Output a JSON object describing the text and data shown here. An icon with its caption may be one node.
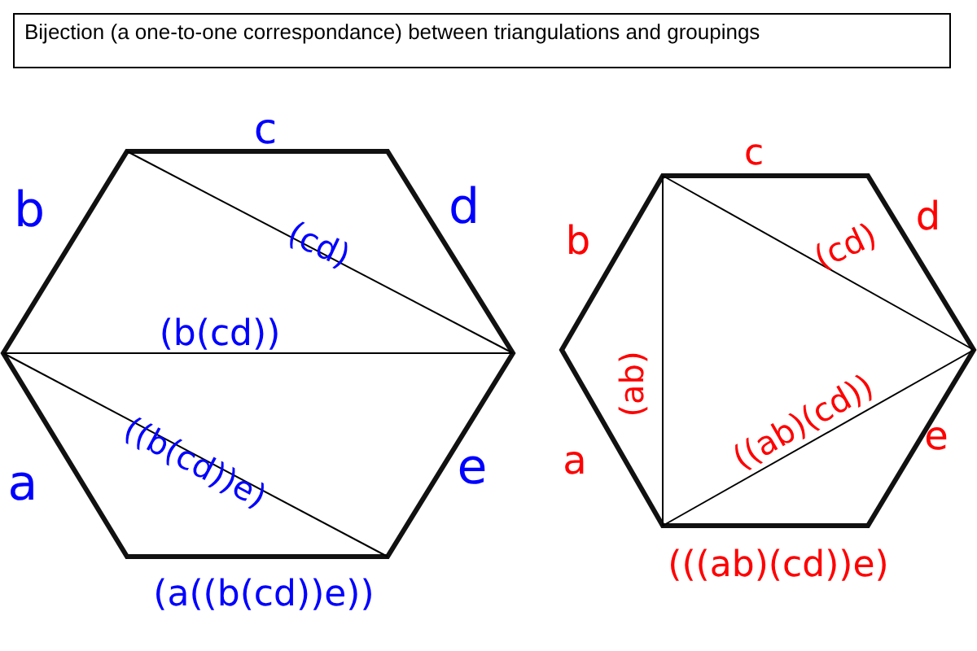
{
  "diagram": {
    "title": "Bijection (a one-to-one correspondance) between triangulations and groupings",
    "nodes": [
      {
        "text": [
          "(cd)",
          "(b(cd))",
          "((b(cd))e)"
        ],
        "beside": [
          "c",
          "b",
          "d",
          "a",
          "e",
          "(a((b(cd))e))"
        ]
      },
      {
        "text": [
          "(cd)",
          "(ab)",
          "((ab)(cd))"
        ],
        "beside": [
          "c",
          "b",
          "d",
          "a",
          "e",
          "(((ab)(cd))e)"
        ]
      }
    ]
  }
}
